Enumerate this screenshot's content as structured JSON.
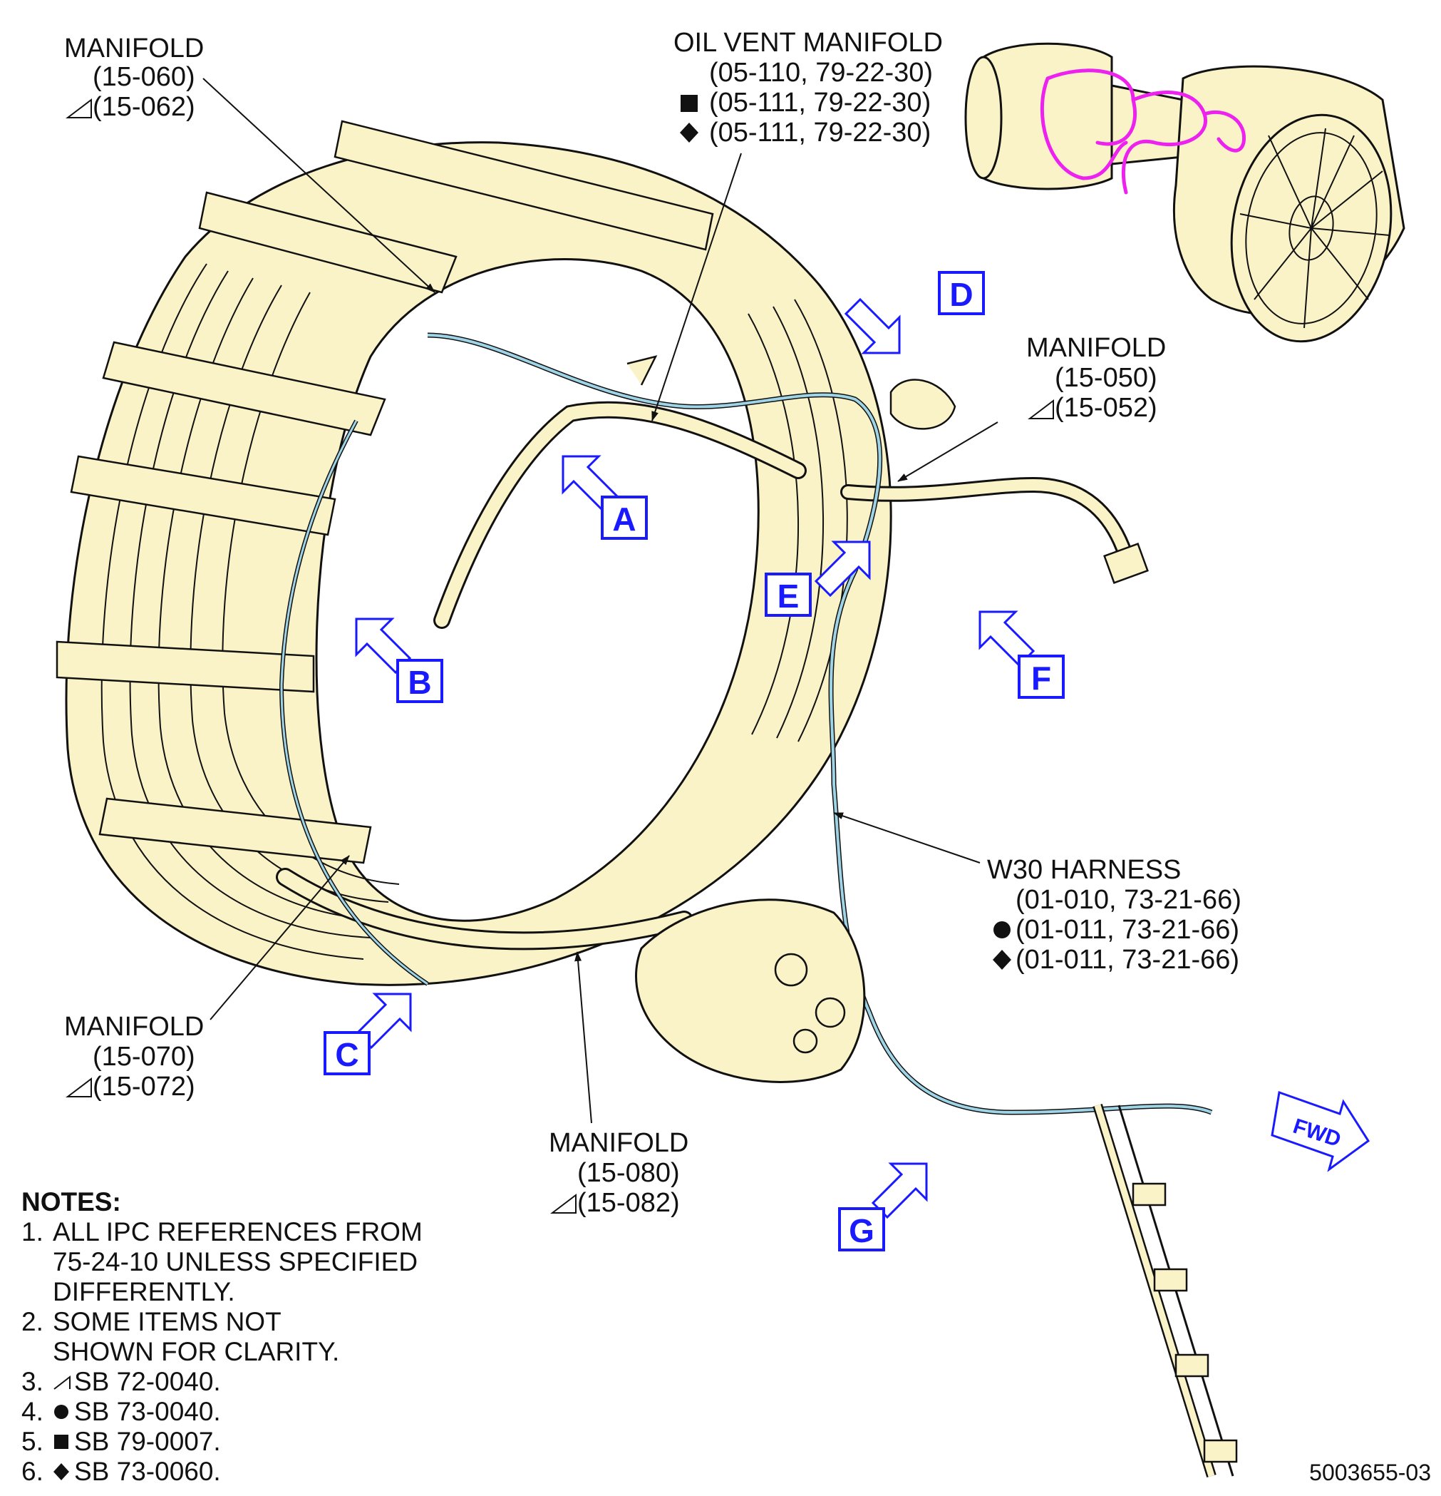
{
  "callouts": {
    "manifold_060": {
      "title": "MANIFOLD",
      "ref1": "(15-060)",
      "ref2": "(15-062)",
      "ref2_symbol": "triangle"
    },
    "oil_vent": {
      "title": "OIL VENT MANIFOLD",
      "ref1": "(05-110, 79-22-30)",
      "ref2": "(05-111, 79-22-30)",
      "ref2_symbol": "square",
      "ref3": "(05-111, 79-22-30)",
      "ref3_symbol": "diamond"
    },
    "manifold_050": {
      "title": "MANIFOLD",
      "ref1": "(15-050)",
      "ref2": "(15-052)",
      "ref2_symbol": "triangle"
    },
    "w30": {
      "title": "W30 HARNESS",
      "ref1": "(01-010, 73-21-66)",
      "ref2": "(01-011, 73-21-66)",
      "ref2_symbol": "circle",
      "ref3": "(01-011, 73-21-66)",
      "ref3_symbol": "diamond"
    },
    "manifold_070": {
      "title": "MANIFOLD",
      "ref1": "(15-070)",
      "ref2": "(15-072)",
      "ref2_symbol": "triangle"
    },
    "manifold_080": {
      "title": "MANIFOLD",
      "ref1": "(15-080)",
      "ref2": "(15-082)",
      "ref2_symbol": "triangle"
    }
  },
  "views": [
    "A",
    "B",
    "C",
    "D",
    "E",
    "F",
    "G"
  ],
  "fwd_label": "FWD",
  "notes": {
    "title": "NOTES:",
    "items": [
      {
        "num": "1.",
        "text": "ALL IPC REFERENCES FROM\n75-24-10 UNLESS SPECIFIED\nDIFFERENTLY."
      },
      {
        "num": "2.",
        "text": "SOME ITEMS NOT\nSHOWN FOR CLARITY."
      },
      {
        "num": "3.",
        "symbol": "triangle",
        "text": "SB 72-0040."
      },
      {
        "num": "4.",
        "symbol": "circle",
        "text": "SB 73-0040."
      },
      {
        "num": "5.",
        "symbol": "square",
        "text": "SB 79-0007."
      },
      {
        "num": "6.",
        "symbol": "diamond",
        "text": "SB 73-0060."
      }
    ]
  },
  "document_number": "5003655-03",
  "colors": {
    "part_fill": "#fbf3c8",
    "line": "#111111",
    "view_callout": "#1a1aff",
    "harness": "#9fd3e6",
    "locator": "#ee22ee"
  }
}
